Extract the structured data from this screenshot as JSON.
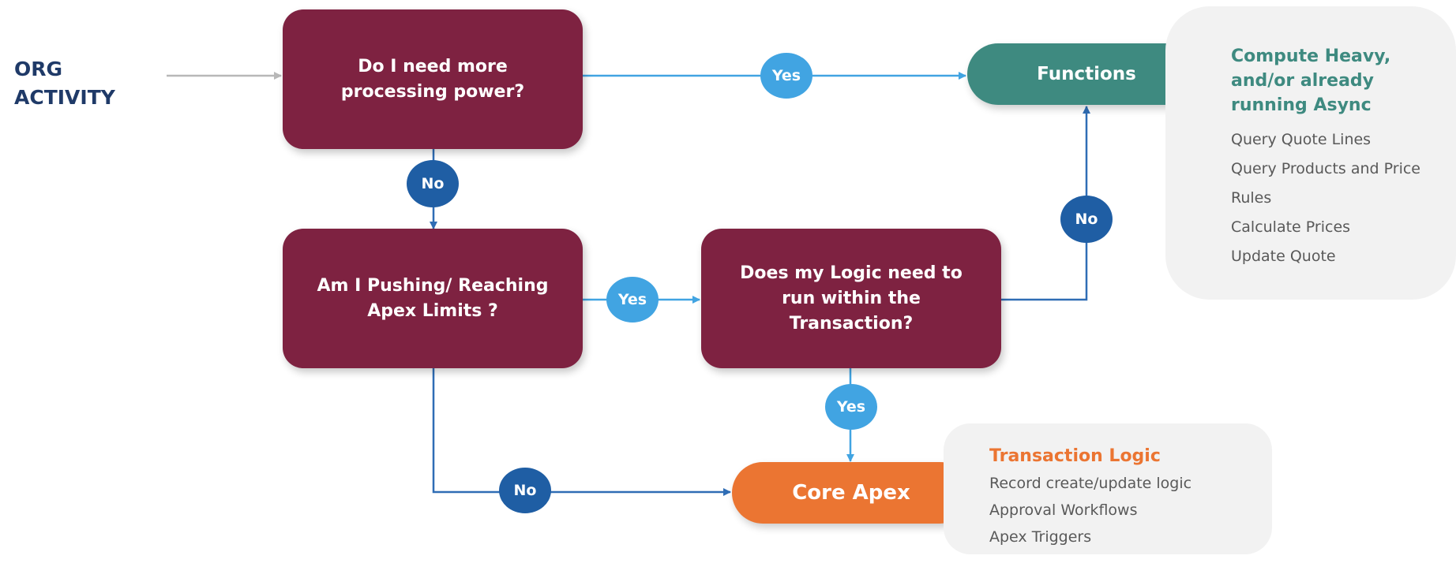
{
  "start": {
    "label": "ORG ACTIVITY"
  },
  "decisions": {
    "processing": "Do I need more processing power?",
    "limits": "Am I Pushing/ Reaching Apex Limits ?",
    "transaction": "Does my Logic need to run within the Transaction?"
  },
  "outcomes": {
    "functions": "Functions",
    "core_apex": "Core Apex"
  },
  "edges": {
    "processing_yes": "Yes",
    "processing_no": "No",
    "limits_yes": "Yes",
    "limits_no": "No",
    "transaction_no": "No",
    "transaction_yes": "Yes"
  },
  "functions_panel": {
    "title": "Compute Heavy, and/or already running Async",
    "items": [
      "Query Quote Lines",
      "Query Products and Price Rules",
      "Calculate Prices",
      "Update Quote"
    ]
  },
  "core_panel": {
    "title": "Transaction Logic",
    "items": [
      "Record create/update logic",
      "Approval Workflows",
      "Apex Triggers"
    ]
  },
  "colors": {
    "decision": "#7E2241",
    "functions": "#3E8A80",
    "core_apex": "#EB7532",
    "yes_badge": "#41A4E2",
    "no_badge": "#1F5EA4",
    "line": "#2F6DB5",
    "start_text": "#1F3A68",
    "functions_title": "#3E8A80",
    "core_title": "#EB7532"
  }
}
